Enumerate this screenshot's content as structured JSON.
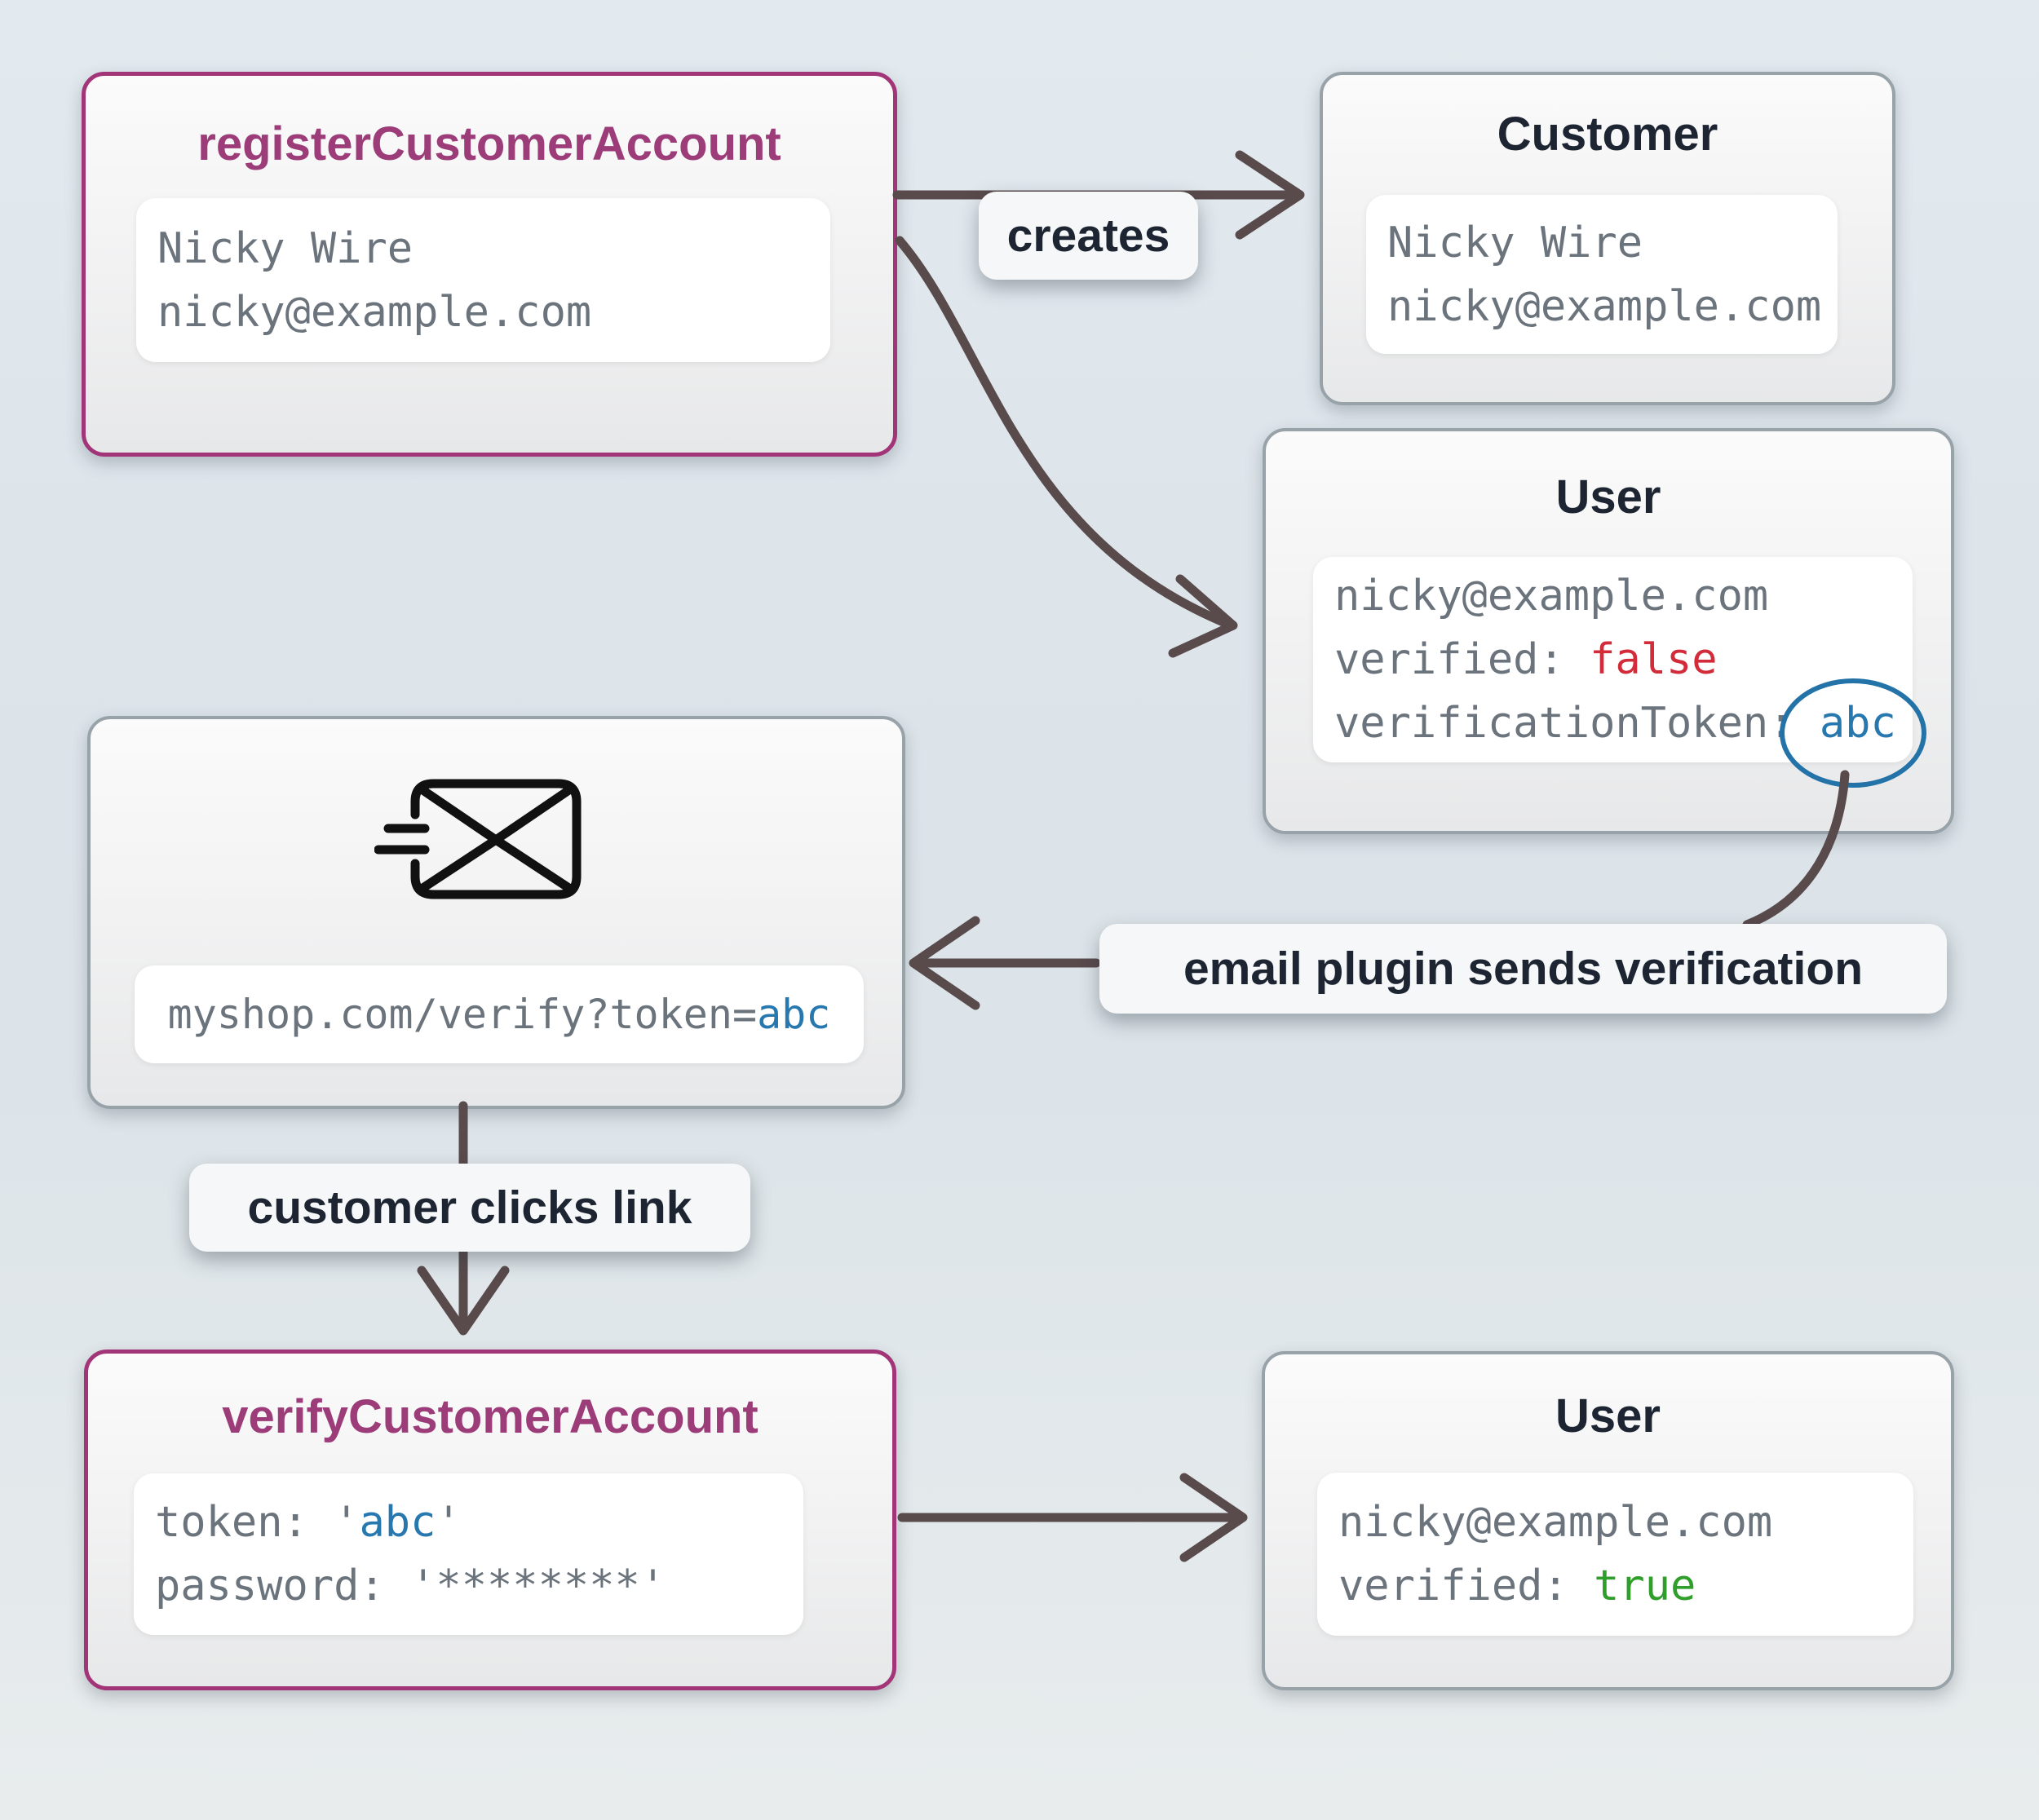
{
  "palette": {
    "page_bg": "#dde4ea",
    "node_border_gray": "#97a2a9",
    "node_border_purple": "#a23478",
    "title_purple": "#9c3d79",
    "title_dark": "#1d2533",
    "mono_gray": "#6b747c",
    "false_red": "#d22b3a",
    "true_green": "#2f9e2b",
    "token_blue": "#2878b0",
    "ellipse_blue": "#2373a8",
    "arrow_color": "#594a4b",
    "pill_bg": "#f6f7f8",
    "icon_black": "#111111"
  },
  "nodes": {
    "register": {
      "title": "registerCustomerAccount",
      "line1": "Nicky Wire",
      "line2": "nicky@example.com"
    },
    "customer": {
      "title": "Customer",
      "line1": "Nicky Wire",
      "line2": "nicky@example.com"
    },
    "user_unverified": {
      "title": "User",
      "email": "nicky@example.com",
      "verified_key": "verified: ",
      "verified_value": "false",
      "token_key": "verificationToken: ",
      "token_value": "abc"
    },
    "email": {
      "icon": "email-sent-icon",
      "url_prefix": "myshop.com/verify?token=",
      "url_token": "abc"
    },
    "verify": {
      "title": "verifyCustomerAccount",
      "token_key": "token: ",
      "quote": "'",
      "token_value": "abc",
      "password_key": "password: ",
      "password_value": "********"
    },
    "user_verified": {
      "title": "User",
      "email": "nicky@example.com",
      "verified_key": "verified: ",
      "verified_value": "true"
    }
  },
  "labels": {
    "creates": "creates",
    "email_plugin": "email plugin sends verification",
    "clicks": "customer clicks link"
  }
}
